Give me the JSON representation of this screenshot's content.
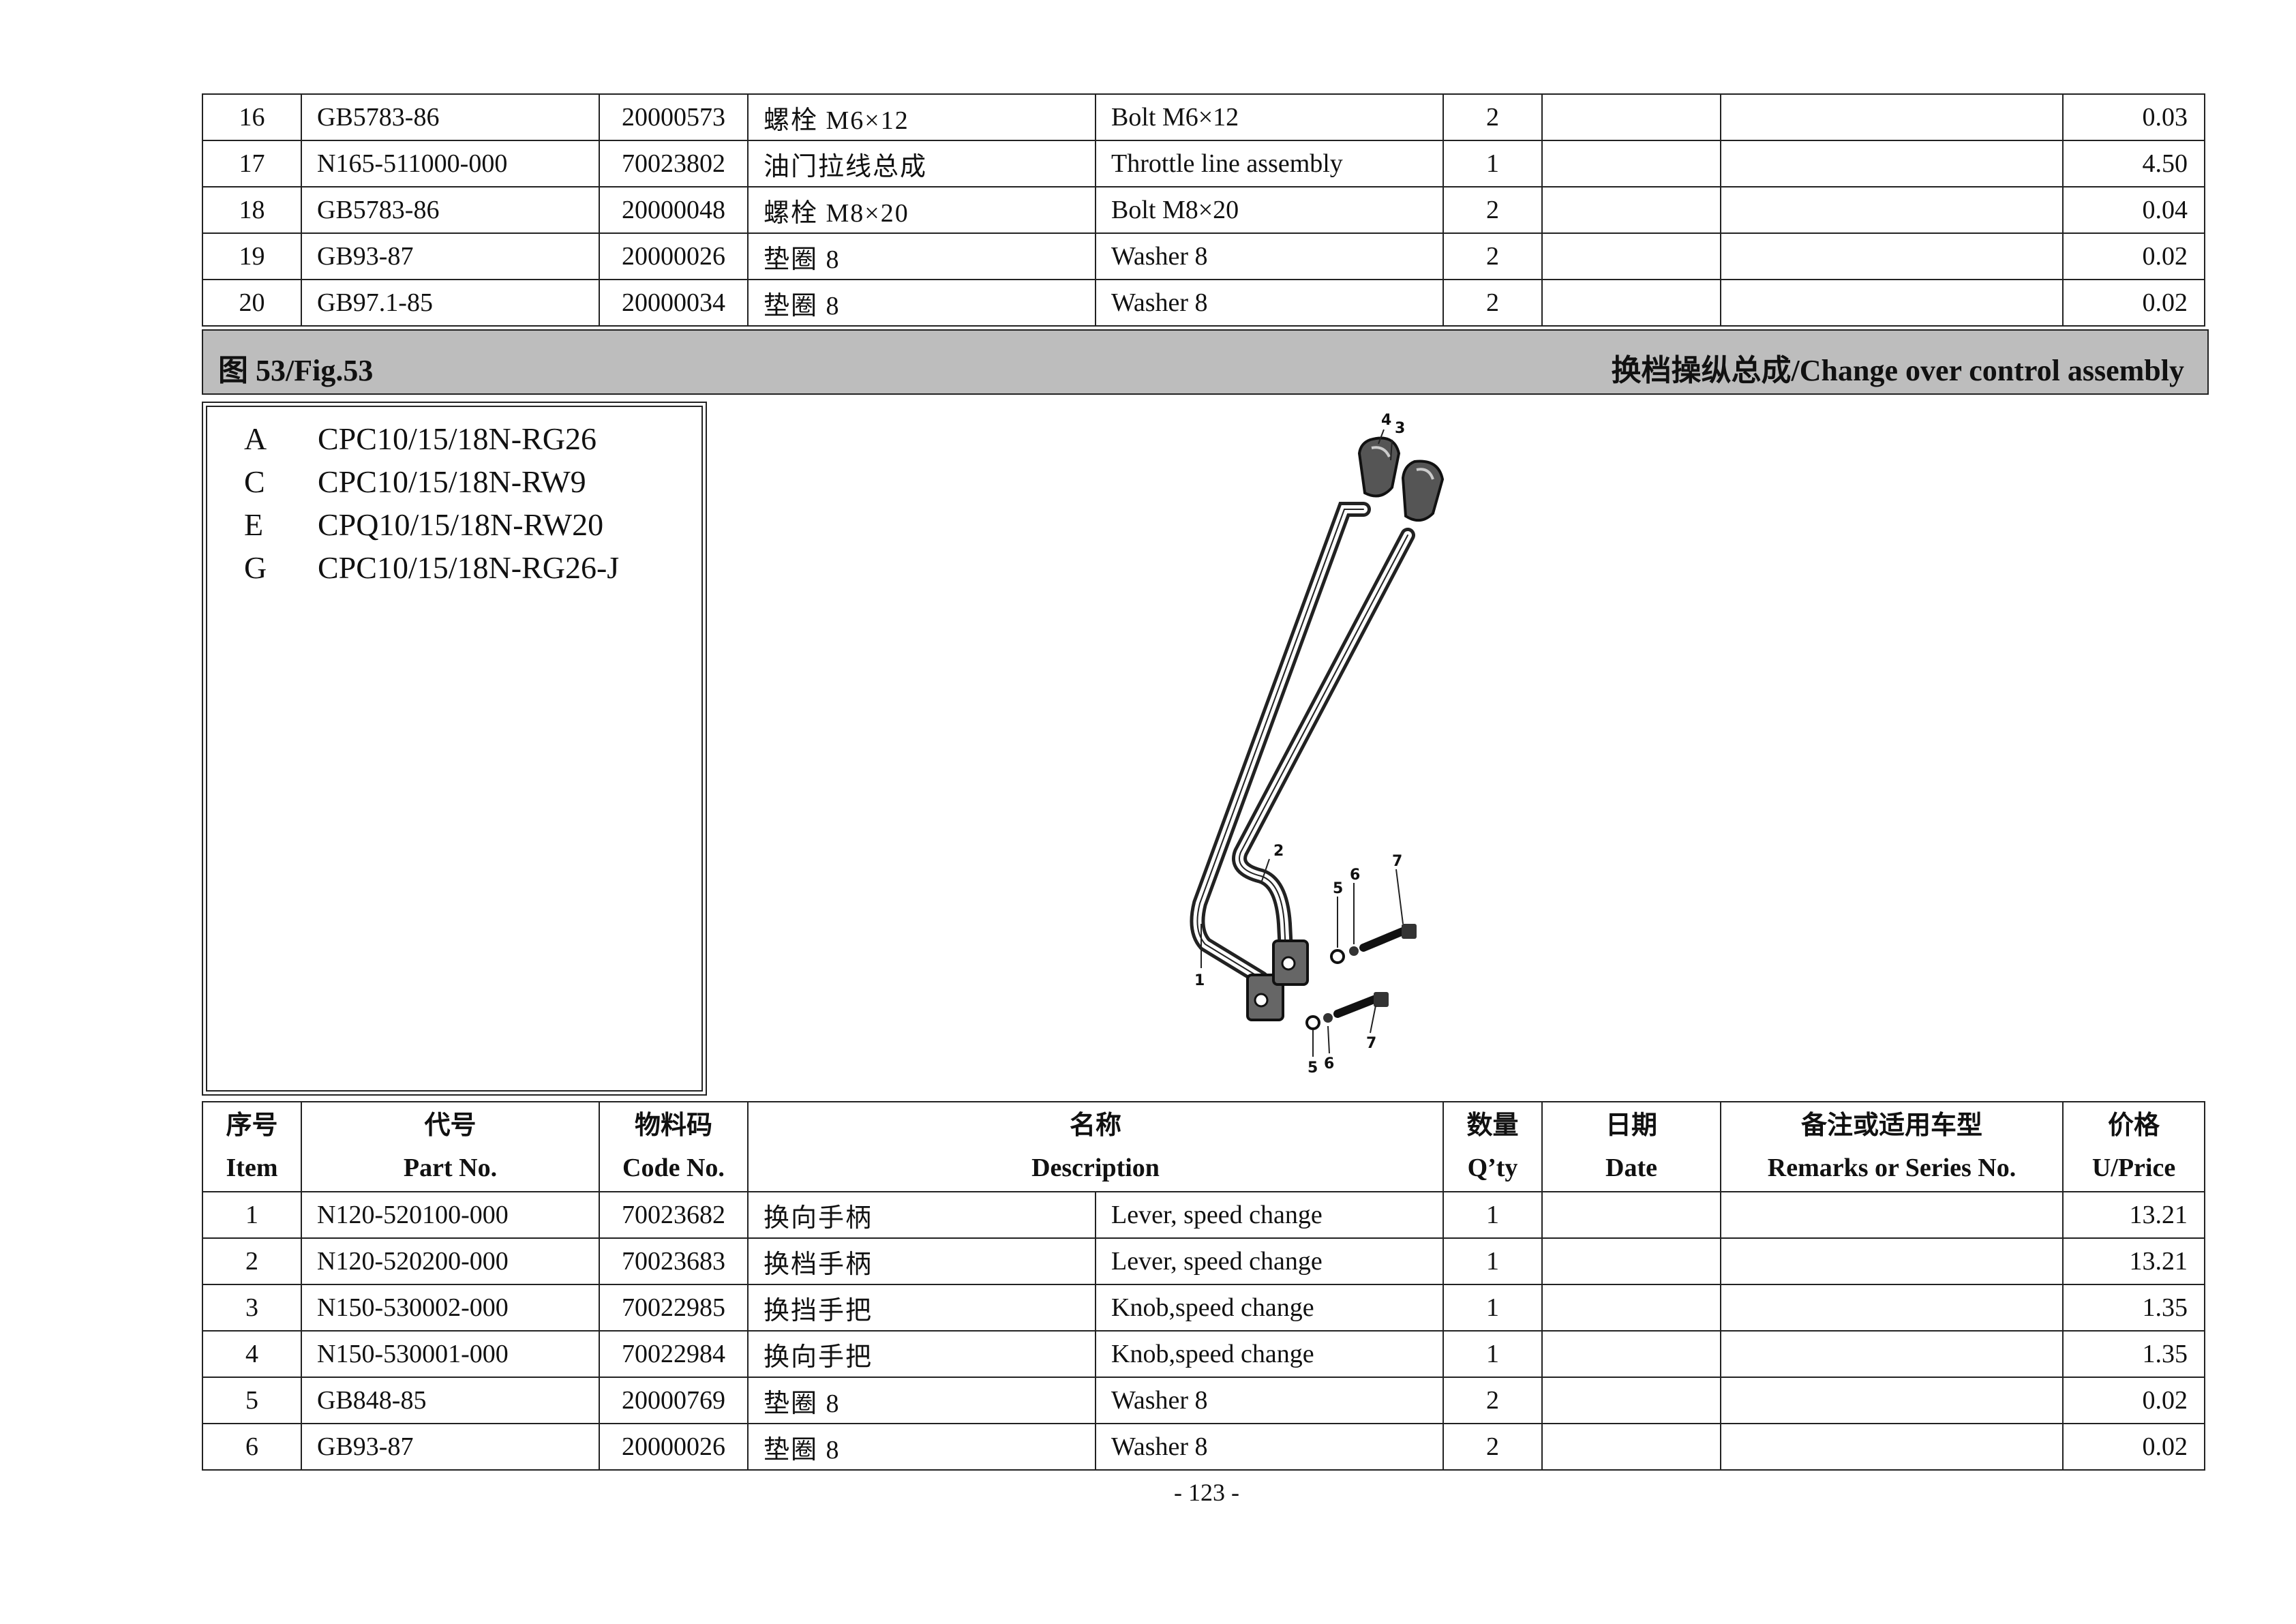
{
  "top_rows": [
    {
      "item": "16",
      "part": "GB5783-86",
      "code": "20000573",
      "cn": "螺栓  M6×12",
      "en": "Bolt M6×12",
      "qty": "2",
      "date": "",
      "remarks": "",
      "price": "0.03"
    },
    {
      "item": "17",
      "part": "N165-511000-000",
      "code": "70023802",
      "cn": "油门拉线总成",
      "en": "Throttle line assembly",
      "qty": "1",
      "date": "",
      "remarks": "",
      "price": "4.50"
    },
    {
      "item": "18",
      "part": "GB5783-86",
      "code": "20000048",
      "cn": "螺栓  M8×20",
      "en": "Bolt M8×20",
      "qty": "2",
      "date": "",
      "remarks": "",
      "price": "0.04"
    },
    {
      "item": "19",
      "part": "GB93-87",
      "code": "20000026",
      "cn": "垫圈  8",
      "en": "Washer 8",
      "qty": "2",
      "date": "",
      "remarks": "",
      "price": "0.02"
    },
    {
      "item": "20",
      "part": "GB97.1-85",
      "code": "20000034",
      "cn": "垫圈  8",
      "en": "Washer 8",
      "qty": "2",
      "date": "",
      "remarks": "",
      "price": "0.02"
    }
  ],
  "figure": {
    "label": "图  53/Fig.53",
    "title": "换档操纵总成/Change over control assembly"
  },
  "models": [
    {
      "code": "A",
      "name": "CPC10/15/18N-RG26"
    },
    {
      "code": "C",
      "name": "CPC10/15/18N-RW9"
    },
    {
      "code": "E",
      "name": "CPQ10/15/18N-RW20"
    },
    {
      "code": "G",
      "name": "CPC10/15/18N-RG26-J"
    }
  ],
  "diagram_labels": [
    "1",
    "2",
    "3",
    "4",
    "5",
    "6",
    "7"
  ],
  "header": {
    "item_cn": "序号",
    "item_en": "Item",
    "part_cn": "代号",
    "part_en": "Part No.",
    "code_cn": "物料码",
    "code_en": "Code No.",
    "desc_cn": "名称",
    "desc_en": "Description",
    "qty_cn": "数量",
    "qty_en": "Q’ty",
    "date_cn": "日期",
    "date_en": "Date",
    "remarks_cn": "备注或适用车型",
    "remarks_en": "Remarks or Series No.",
    "price_cn": "价格",
    "price_en": "U/Price"
  },
  "bottom_rows": [
    {
      "item": "1",
      "part": "N120-520100-000",
      "code": "70023682",
      "cn": "换向手柄",
      "en": "Lever, speed change",
      "qty": "1",
      "date": "",
      "remarks": "",
      "price": "13.21"
    },
    {
      "item": "2",
      "part": "N120-520200-000",
      "code": "70023683",
      "cn": "换档手柄",
      "en": "Lever, speed change",
      "qty": "1",
      "date": "",
      "remarks": "",
      "price": "13.21"
    },
    {
      "item": "3",
      "part": "N150-530002-000",
      "code": "70022985",
      "cn": "换挡手把",
      "en": "Knob,speed change",
      "qty": "1",
      "date": "",
      "remarks": "",
      "price": "1.35"
    },
    {
      "item": "4",
      "part": "N150-530001-000",
      "code": "70022984",
      "cn": "换向手把",
      "en": "Knob,speed change",
      "qty": "1",
      "date": "",
      "remarks": "",
      "price": "1.35"
    },
    {
      "item": "5",
      "part": "GB848-85",
      "code": "20000769",
      "cn": "垫圈  8",
      "en": "Washer 8",
      "qty": "2",
      "date": "",
      "remarks": "",
      "price": "0.02"
    },
    {
      "item": "6",
      "part": "GB93-87",
      "code": "20000026",
      "cn": "垫圈  8",
      "en": "Washer 8",
      "qty": "2",
      "date": "",
      "remarks": "",
      "price": "0.02"
    }
  ],
  "page_number": "- 123 -"
}
